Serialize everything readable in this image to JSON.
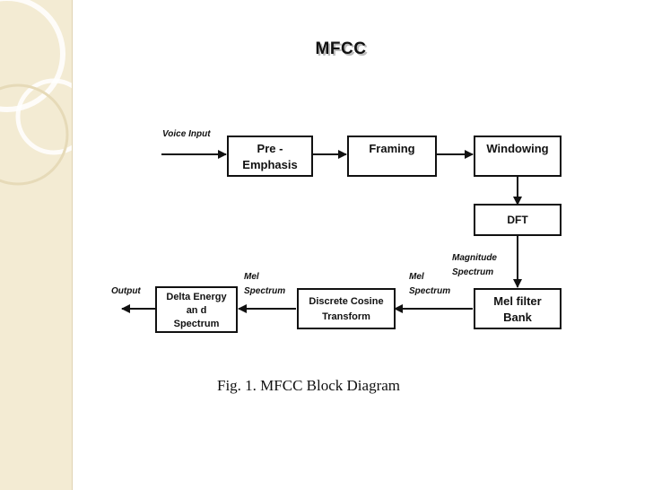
{
  "slide": {
    "title": "MFCC",
    "caption": "Fig. 1. MFCC Block Diagram"
  },
  "diagram": {
    "blocks": {
      "pre_emphasis": [
        "Pre -",
        "Emphasis"
      ],
      "framing": [
        "Framing"
      ],
      "windowing": [
        "Windowing"
      ],
      "dft": [
        "DFT"
      ],
      "mel_filter_bank": [
        "Mel filter",
        "Bank"
      ],
      "dct": [
        "Discrete Cosine",
        "Transform"
      ],
      "delta_energy": [
        "Delta Energy",
        "an d",
        "Spectrum"
      ]
    },
    "labels": {
      "voice_input": "Voice Input",
      "magnitude_spectrum": [
        "Magnitude",
        "Spectrum"
      ],
      "mel_spectrum_1": [
        "Mel",
        "Spectrum"
      ],
      "mel_spectrum_2": [
        "Mel",
        "Spectrum"
      ],
      "output": "Output"
    }
  },
  "colors": {
    "sidebar": "#f3ebd3",
    "ink": "#111111"
  }
}
